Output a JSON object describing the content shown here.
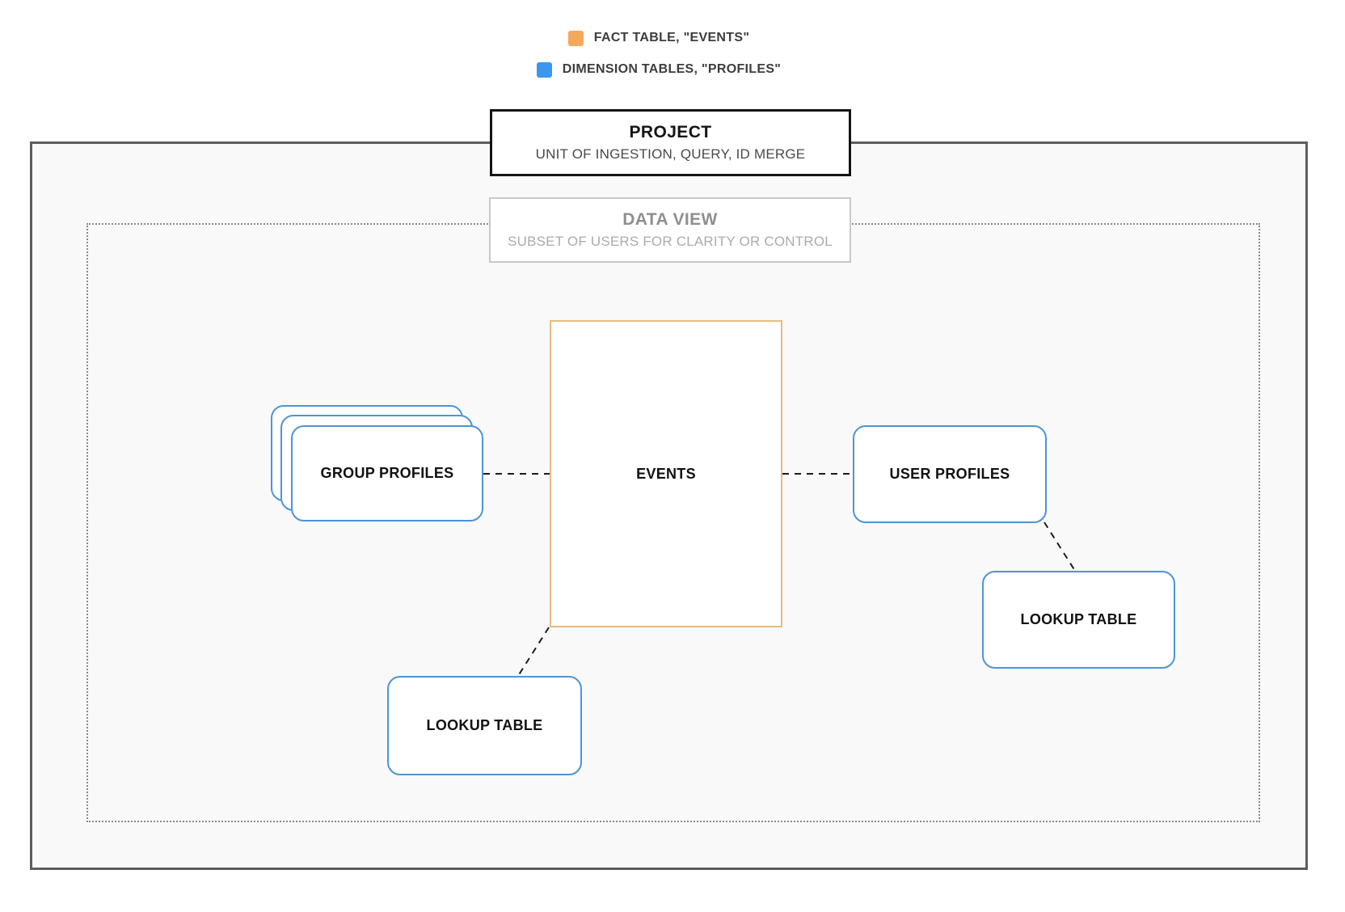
{
  "legend": {
    "items": [
      {
        "label": "FACT TABLE, \"EVENTS\"",
        "color": "#F5A85C"
      },
      {
        "label": "DIMENSION TABLES, \"PROFILES\"",
        "color": "#3B97EE"
      }
    ]
  },
  "project": {
    "title": "PROJECT",
    "subtitle": "UNIT OF INGESTION, QUERY, ID MERGE"
  },
  "data_view": {
    "title": "DATA VIEW",
    "subtitle": "SUBSET OF USERS FOR CLARITY OR CONTROL"
  },
  "nodes": {
    "events": {
      "label": "EVENTS"
    },
    "group_profiles": {
      "label": "GROUP PROFILES"
    },
    "user_profiles": {
      "label": "USER PROFILES"
    },
    "lookup_table_bottom": {
      "label": "LOOKUP TABLE"
    },
    "lookup_table_right": {
      "label": "LOOKUP TABLE"
    }
  },
  "colors": {
    "fact_swatch": "#F5A85C",
    "fact_node_border": "#E7BD82",
    "dimension_swatch": "#3B97EE",
    "dimension_node_border": "#4D94D6",
    "connector": "#1C1C1C",
    "project_border": "#141414",
    "boundary_border": "#5D5D5D",
    "panel_background": "#F9F9F9",
    "data_view_border": "#C9C9C9",
    "data_view_text": "#8F8F8F",
    "data_view_subtext": "#ABABAB"
  }
}
